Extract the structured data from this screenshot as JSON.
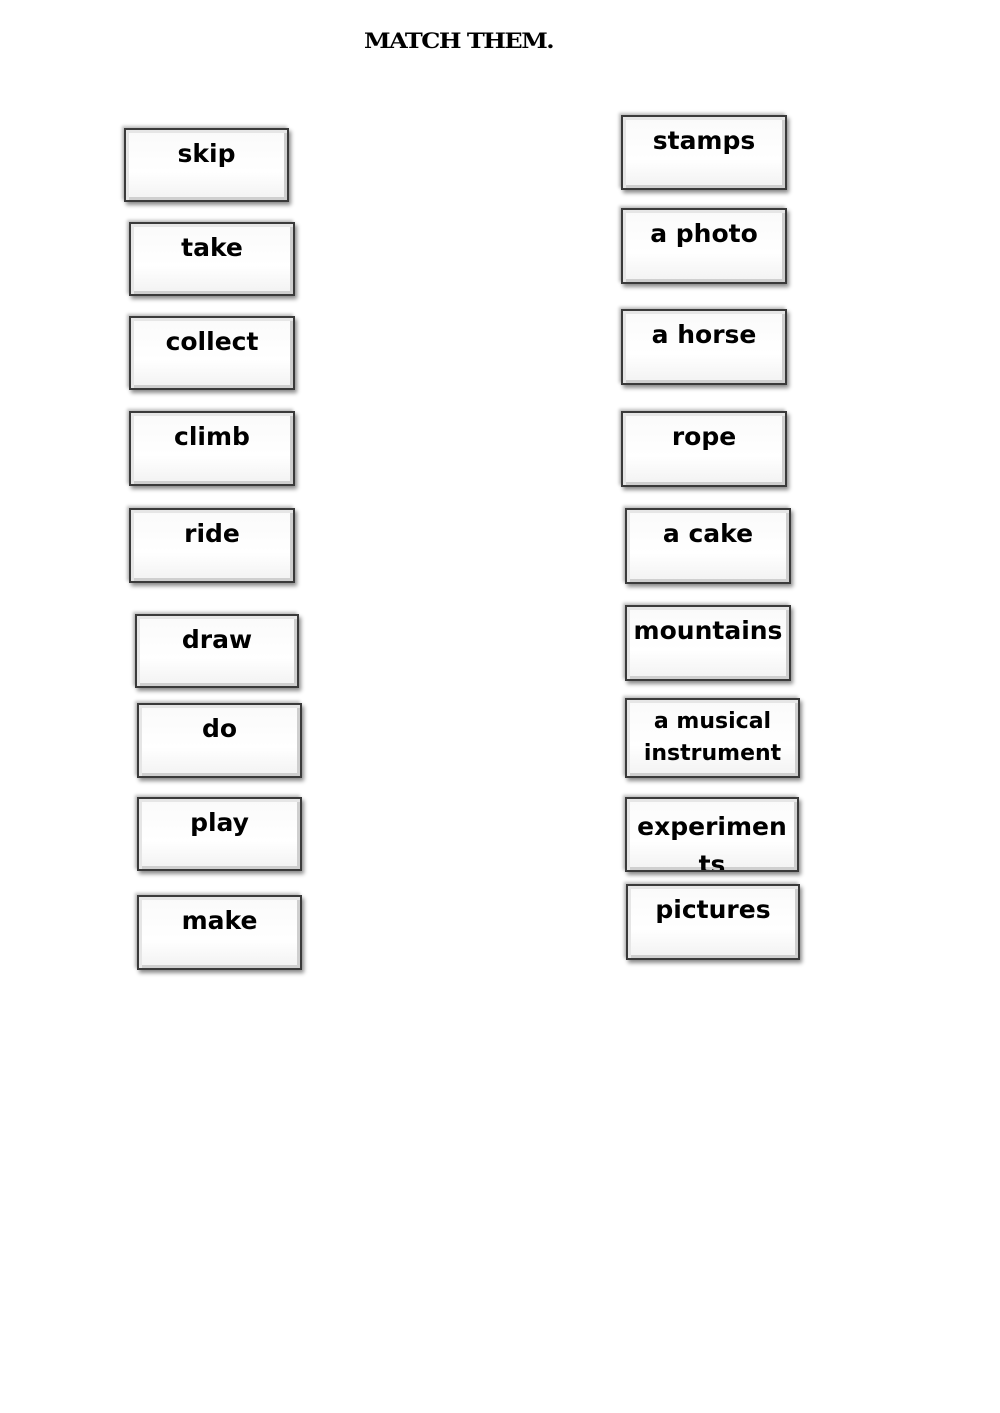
{
  "title": "MATCH THEM.",
  "left_cards": [
    "skip",
    "take",
    "collect",
    "climb",
    "ride",
    "draw",
    "do",
    "play",
    "make"
  ],
  "right_cards": [
    "stamps",
    "a photo",
    "a horse",
    "rope",
    "a cake",
    "mountains",
    "a musical instrument",
    "experiments",
    "pictures"
  ]
}
